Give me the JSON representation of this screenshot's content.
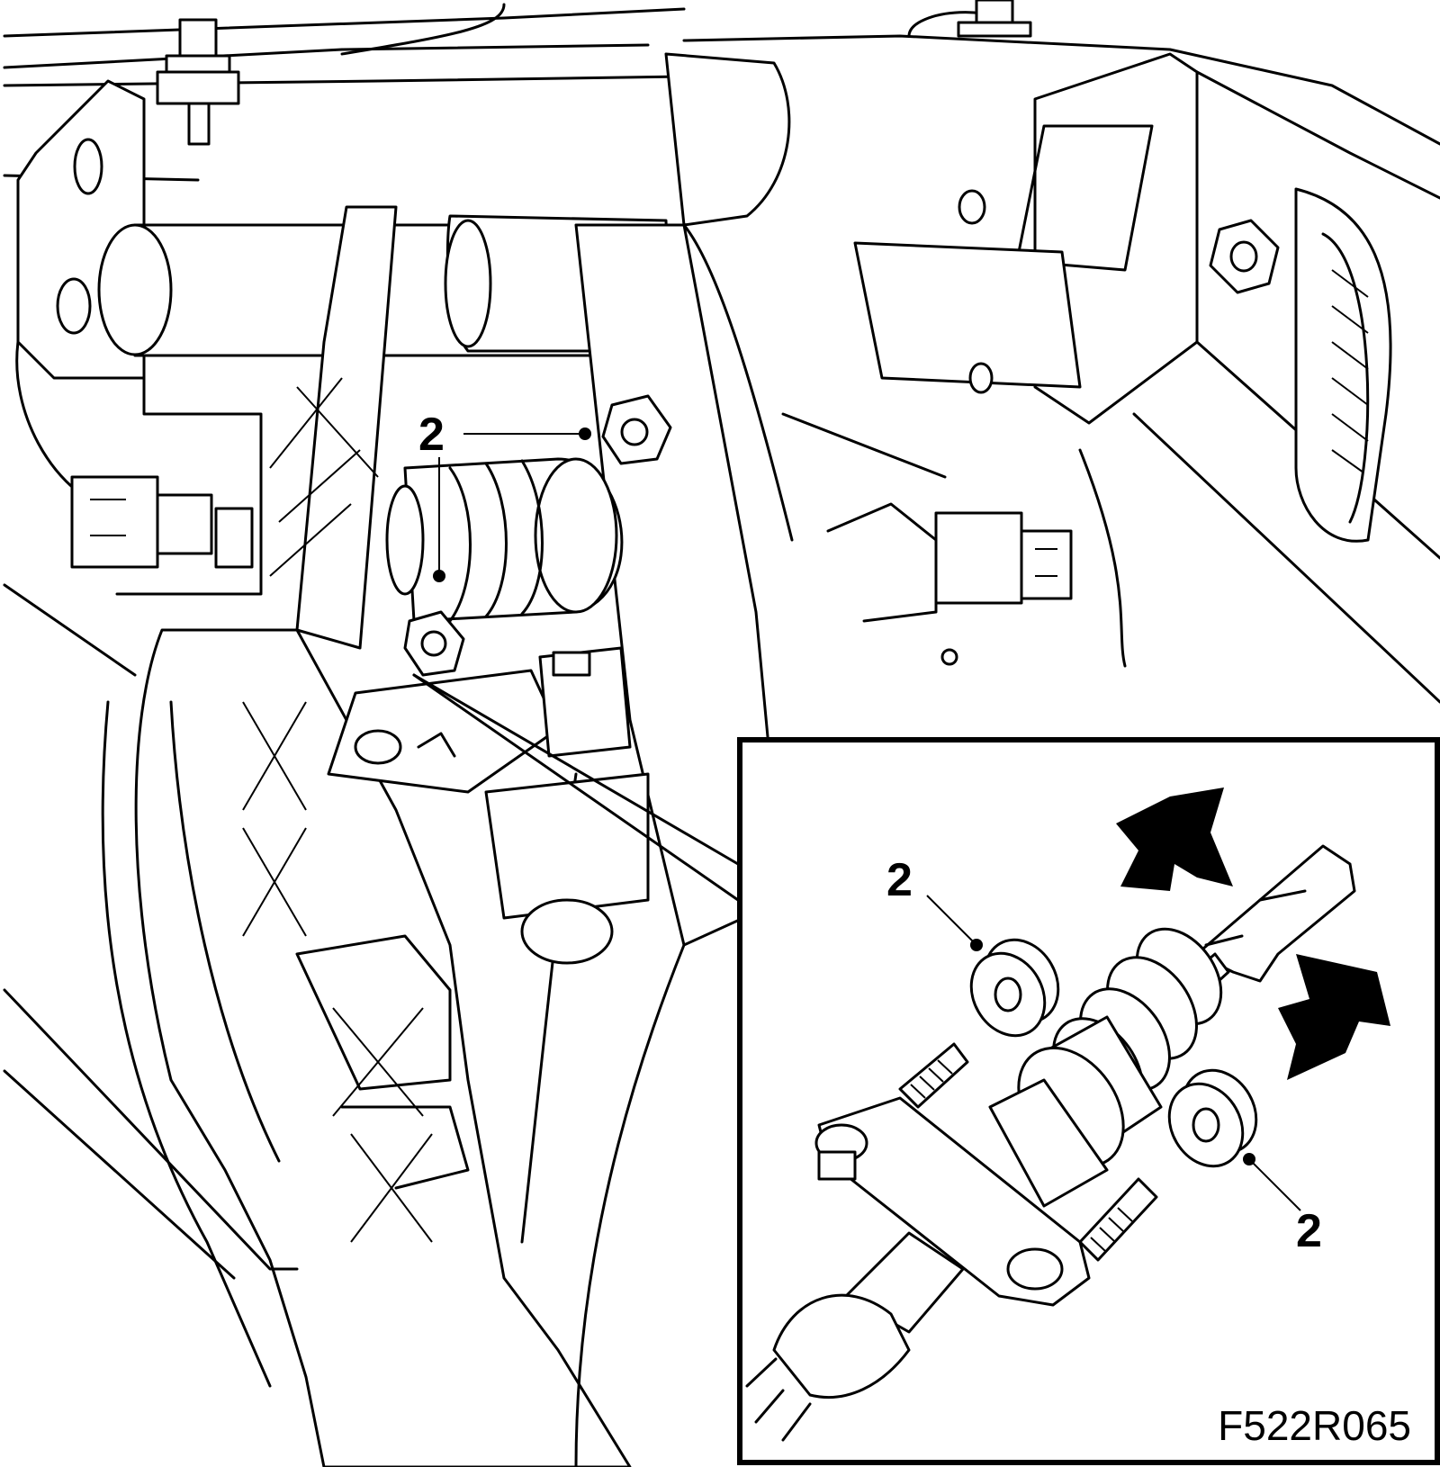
{
  "figure": {
    "id_label": "F522R065",
    "background": "#ffffff",
    "line_color": "#000000"
  },
  "callouts": {
    "main_nut_top": "2",
    "main_nut_lower": "2",
    "inset_nut_left": "2",
    "inset_nut_right": "2"
  },
  "icons": {
    "press_arrows": "arrow-icon"
  }
}
